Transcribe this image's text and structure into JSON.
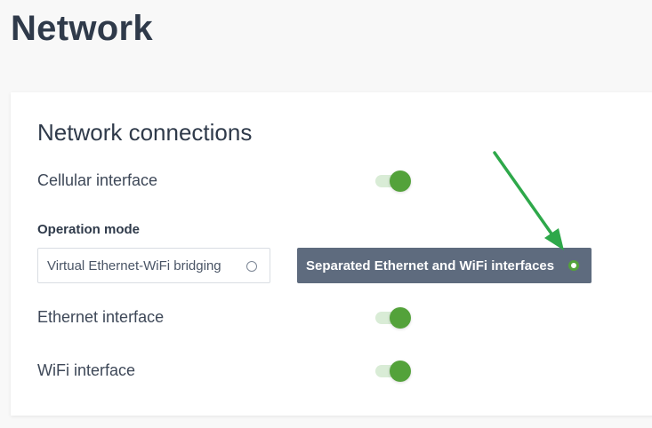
{
  "page": {
    "title": "Network"
  },
  "card": {
    "title": "Network connections",
    "cellular": {
      "label": "Cellular interface",
      "enabled": true
    },
    "operation_mode": {
      "label": "Operation mode",
      "options": [
        {
          "label": "Virtual Ethernet-WiFi bridging",
          "selected": false
        },
        {
          "label": "Separated Ethernet and WiFi interfaces",
          "selected": true
        }
      ]
    },
    "ethernet": {
      "label": "Ethernet interface",
      "enabled": true
    },
    "wifi": {
      "label": "WiFi interface",
      "enabled": true
    }
  },
  "colors": {
    "toggle_on": "#53a23a",
    "toggle_track": "#d9ecd6",
    "selected_option_bg": "#5e6b7e",
    "annotation_arrow": "#2ea84a"
  }
}
